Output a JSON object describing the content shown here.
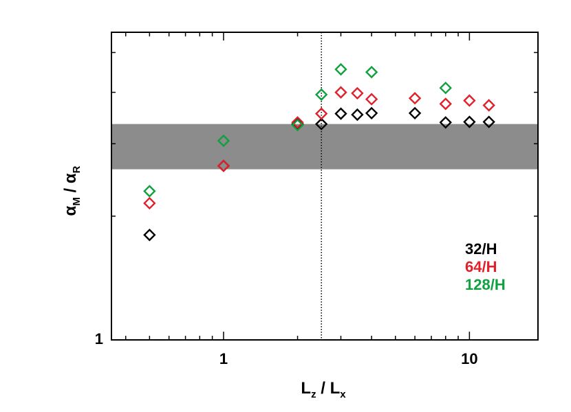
{
  "chart_data": {
    "type": "scatter",
    "xscale": "log",
    "yscale": "log",
    "xlim": [
      0.35,
      19
    ],
    "ylim": [
      1,
      5.6
    ],
    "xticks": [
      {
        "value": 1,
        "label": "1"
      },
      {
        "value": 10,
        "label": "10"
      }
    ],
    "yticks": [
      {
        "value": 1,
        "label": "1"
      }
    ],
    "xlabel": {
      "main": "L",
      "sub1": "z",
      "sep": " / L",
      "sub2": "x"
    },
    "ylabel": {
      "main": "α",
      "sub1": "M",
      "sep": " / α",
      "sub2": "R"
    },
    "band": {
      "y0": 2.6,
      "y1": 3.35,
      "color": "#8c8c8c"
    },
    "vline": {
      "x": 2.5
    },
    "series": [
      {
        "name": "32/H",
        "color": "#000000",
        "x": [
          0.5,
          1,
          2,
          2.5,
          3,
          3.5,
          4,
          6,
          8,
          10,
          12
        ],
        "y": [
          1.8,
          2.65,
          3.35,
          3.35,
          3.55,
          3.53,
          3.56,
          3.56,
          3.38,
          3.39,
          3.39
        ]
      },
      {
        "name": "64/H",
        "color": "#e0202a",
        "x": [
          0.5,
          1,
          2,
          2.5,
          3,
          3.5,
          4,
          6,
          8,
          10,
          12
        ],
        "y": [
          2.15,
          2.65,
          3.38,
          3.55,
          4.0,
          3.98,
          3.85,
          3.87,
          3.75,
          3.82,
          3.72
        ]
      },
      {
        "name": "128/H",
        "color": "#10a040",
        "x": [
          0.5,
          1,
          2,
          2.5,
          3,
          4,
          8
        ],
        "y": [
          2.3,
          3.05,
          3.33,
          3.95,
          4.55,
          4.48,
          4.1
        ]
      }
    ],
    "legend": {
      "position": "bottom-right"
    }
  }
}
